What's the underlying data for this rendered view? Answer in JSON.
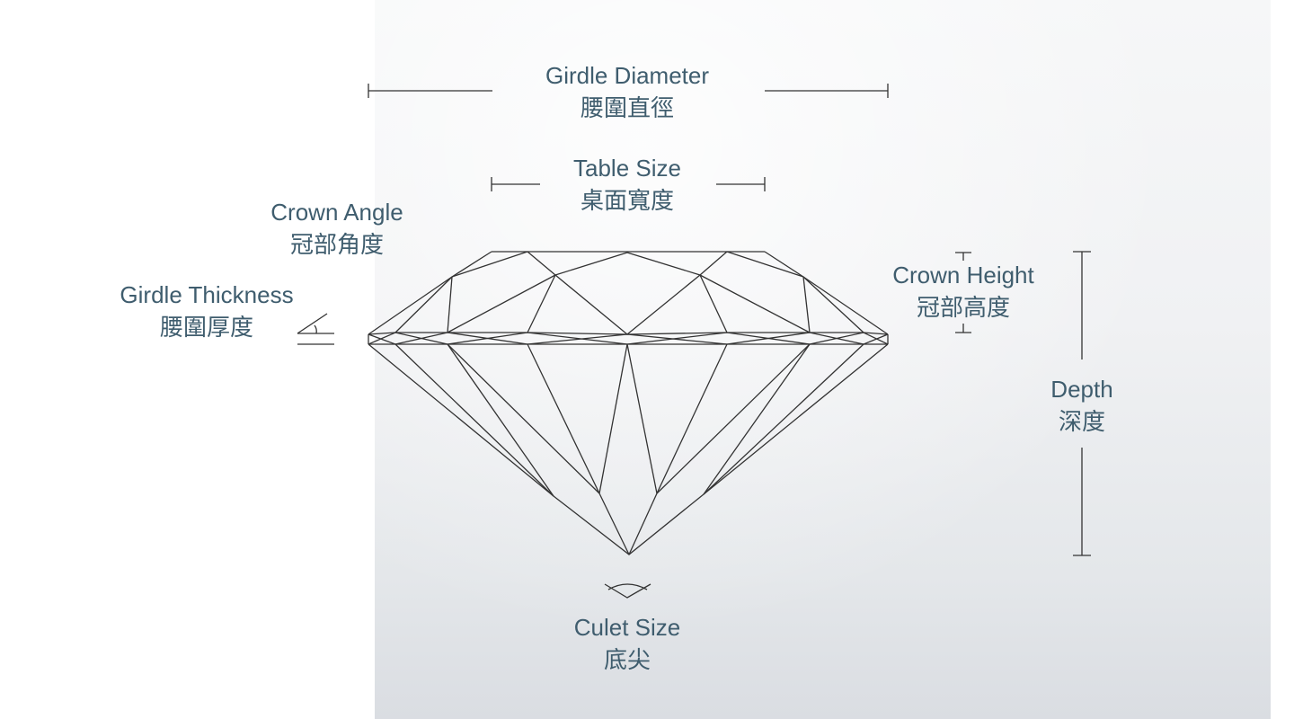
{
  "labels": {
    "girdle_diameter": {
      "en": "Girdle Diameter",
      "zh": "腰圍直徑"
    },
    "table_size": {
      "en": "Table Size",
      "zh": "桌面寬度"
    },
    "crown_angle": {
      "en": "Crown Angle",
      "zh": "冠部角度"
    },
    "girdle_thickness": {
      "en": "Girdle Thickness",
      "zh": "腰圍厚度"
    },
    "crown_height": {
      "en": "Crown Height",
      "zh": "冠部高度"
    },
    "depth": {
      "en": "Depth",
      "zh": "深度"
    },
    "culet_size": {
      "en": "Culet Size",
      "zh": "底尖"
    }
  },
  "colors": {
    "text": "#3f5d6e",
    "lines": "#333333"
  }
}
